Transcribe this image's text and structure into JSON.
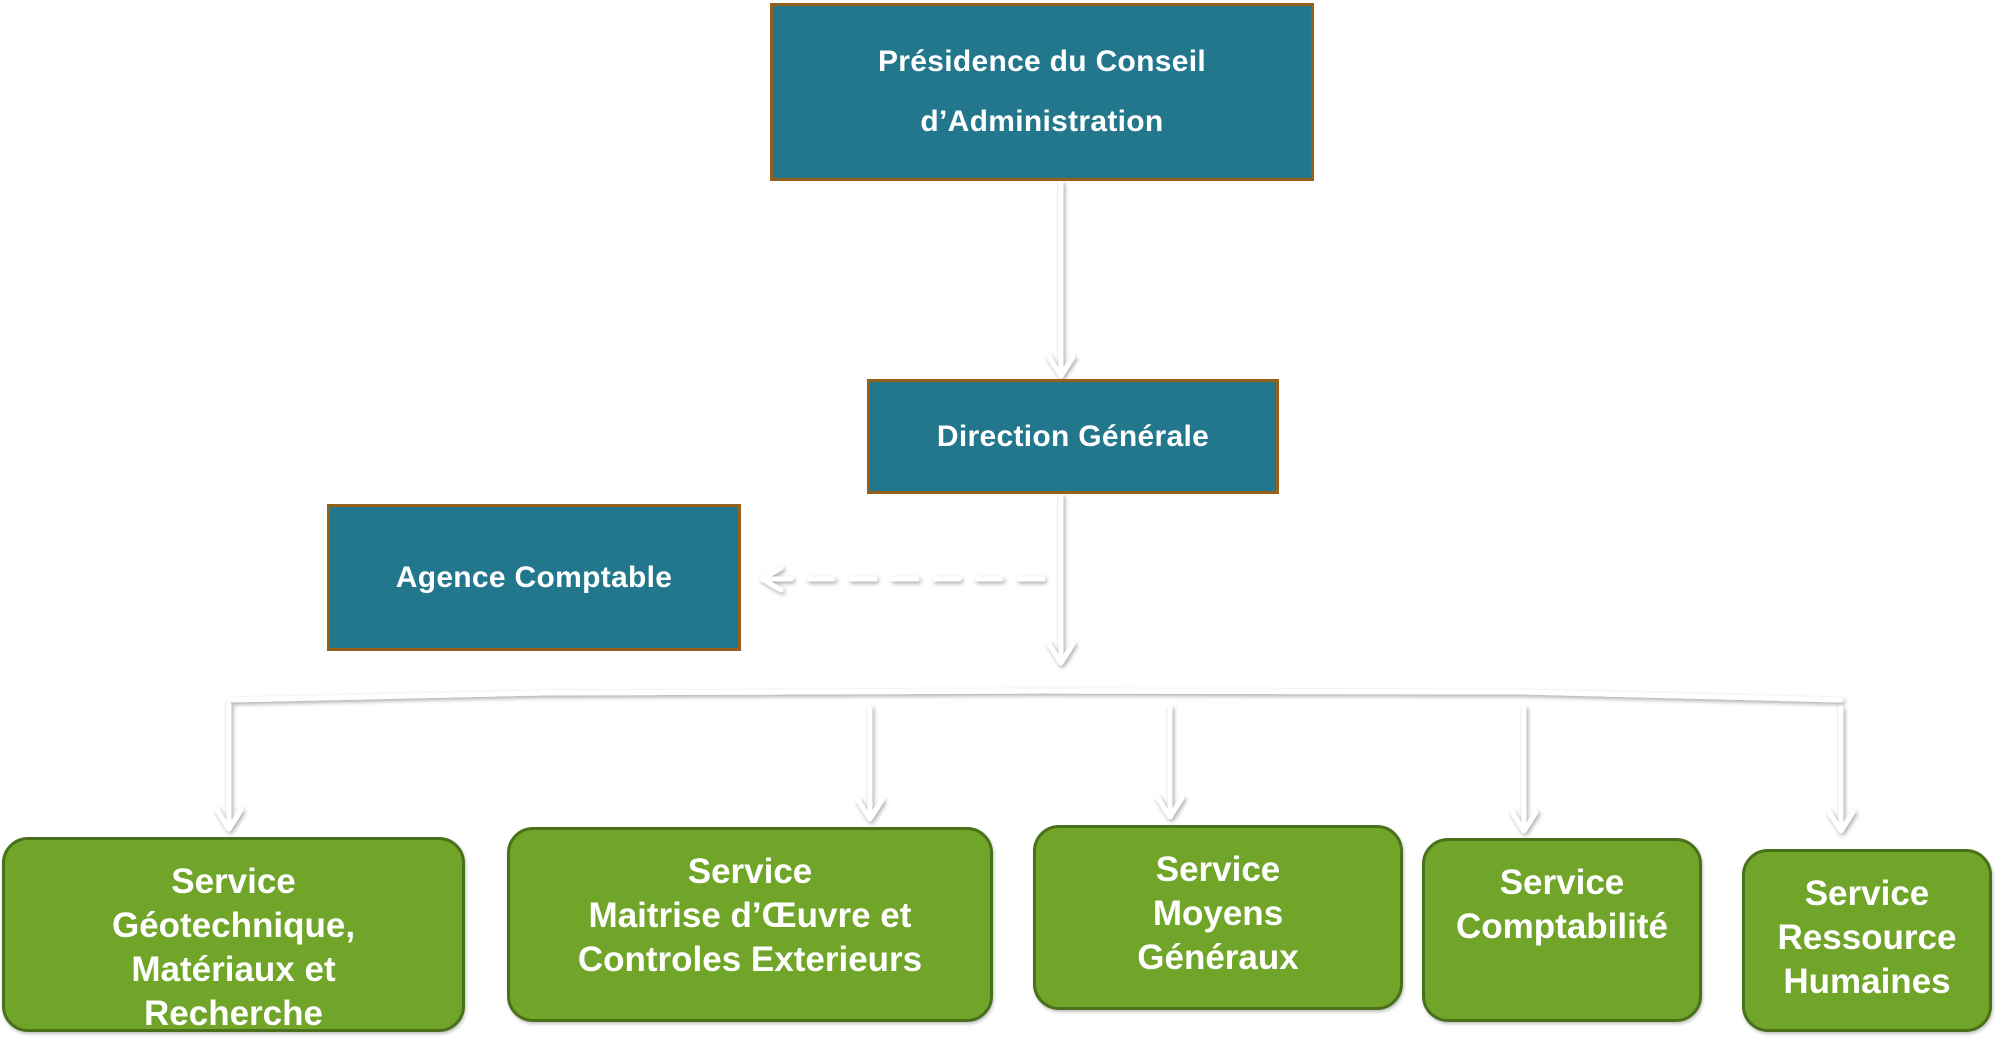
{
  "diagram": {
    "type": "org-chart",
    "colors": {
      "executive_fill": "#22778c",
      "executive_border": "#96601a",
      "service_fill": "#70a52a",
      "service_border": "#4a701a",
      "connector": "#ffffff"
    },
    "nodes": {
      "presidence": {
        "label": "Présidence du Conseil\nd’Administration"
      },
      "direction": {
        "label": "Direction Générale"
      },
      "agence": {
        "label": "Agence Comptable"
      },
      "services": [
        {
          "label": "Service\nGéotechnique,\nMatériaux et\nRecherche"
        },
        {
          "label": "Service\nMaitrise d’Œuvre et\nControles Exterieurs"
        },
        {
          "label": "Service\nMoyens\nGénéraux"
        },
        {
          "label": "Service\nComptabilité"
        },
        {
          "label": "Service\nRessource\nHumaines"
        }
      ]
    },
    "edges": [
      {
        "from": "presidence",
        "to": "direction",
        "style": "solid"
      },
      {
        "from": "direction",
        "to": "agence",
        "style": "dashed"
      },
      {
        "from": "direction",
        "to": "services",
        "style": "solid"
      }
    ]
  }
}
